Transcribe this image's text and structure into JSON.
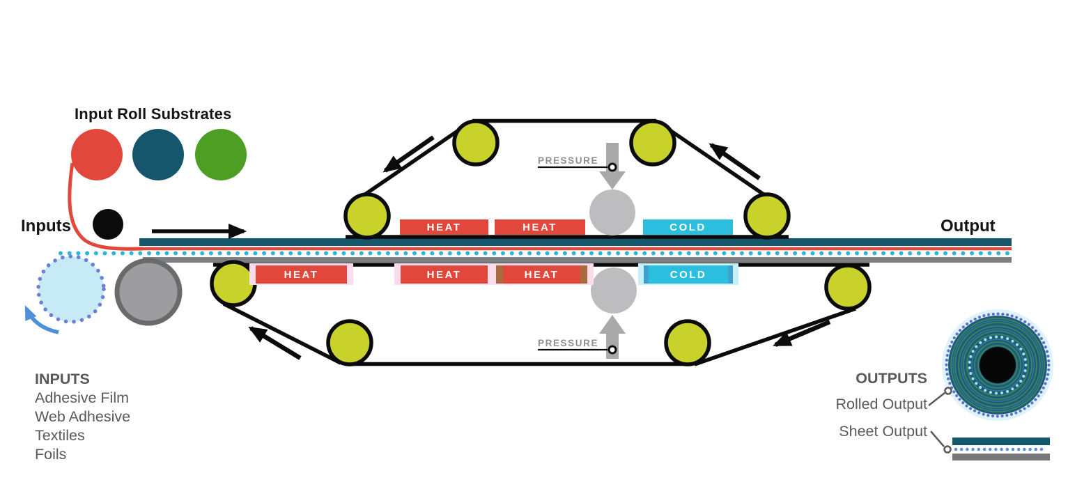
{
  "diagram": {
    "input_title": "Input Roll Substrates",
    "inputs_label": "Inputs",
    "output_label": "Output",
    "pressure_top_label": "PRESSURE",
    "pressure_bottom_label": "PRESSURE",
    "upper_zones": [
      "HEAT",
      "HEAT",
      "COLD"
    ],
    "lower_zones": [
      "HEAT",
      "HEAT",
      "HEAT",
      "COLD"
    ],
    "inputs_legend": {
      "heading": "INPUTS",
      "items": [
        "Adhesive Film",
        "Web Adhesive",
        "Textiles",
        "Foils"
      ]
    },
    "outputs_legend": {
      "heading": "OUTPUTS",
      "rolled_label": "Rolled Output",
      "sheet_label": "Sheet Output"
    }
  },
  "colors": {
    "red": "#E2473B",
    "teal": "#15566C",
    "green": "#4E9E24",
    "roller_yellow": "#C8D22B",
    "belt_black": "#0B0B0B",
    "heat_red": "#E2473B",
    "cold_cyan": "#2BBEDE",
    "heat_halo_pink": "#FBDCEA",
    "cold_halo_cyan": "#C8F0F8",
    "heat_edge_brown": "#A96B3E",
    "cold_edge_blue": "#3FA0CF",
    "adhesive_dot_cyan": "#2CB7D8",
    "stack_gray": "#7F8083",
    "pressure_roller_gray": "#BDBDBF",
    "pressure_arrow_gray": "#A9A9AB",
    "input_roller_gray": "#9D9DA0",
    "dotted_circle_fill": "#C6EBF4",
    "dotted_circle_dots": "#6C7FD3",
    "rotation_arrow_blue": "#4E8FD9",
    "roll_base_teal": "#1F5C77",
    "roll_ring_green": "#3C8B5F",
    "roll_dot_ring": "#A5DDF1",
    "roll_rim_dots": "#5C6FD0",
    "legend_text_gray": "#58595B",
    "pressure_text_gray": "#8E8F91"
  }
}
